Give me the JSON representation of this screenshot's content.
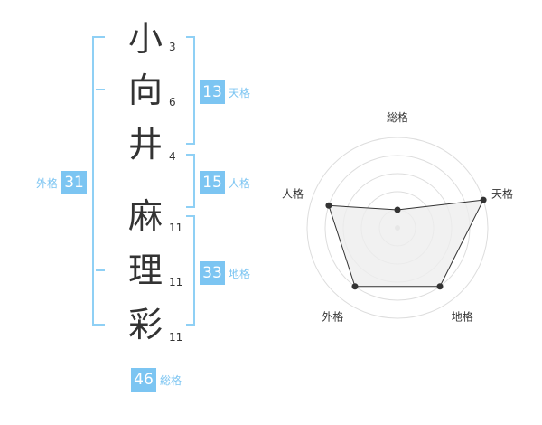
{
  "name_chars": [
    {
      "char": "小",
      "strokes": "3"
    },
    {
      "char": "向",
      "strokes": "6"
    },
    {
      "char": "井",
      "strokes": "4"
    },
    {
      "char": "麻",
      "strokes": "11"
    },
    {
      "char": "理",
      "strokes": "11"
    },
    {
      "char": "彩",
      "strokes": "11"
    }
  ],
  "scores": {
    "tenkaku": {
      "value": "13",
      "label": "天格"
    },
    "jinkaku": {
      "value": "15",
      "label": "人格"
    },
    "chikaku": {
      "value": "33",
      "label": "地格"
    },
    "gaikaku": {
      "value": "31",
      "label": "外格"
    },
    "soukaku": {
      "value": "46",
      "label": "総格"
    }
  },
  "radar": {
    "axes": [
      "総格",
      "天格",
      "地格",
      "外格",
      "人格"
    ],
    "levels": 5,
    "values": [
      1,
      5,
      4,
      4,
      4
    ],
    "colors": {
      "fill": "#eeeeee",
      "line": "#333333",
      "grid": "#dddddd",
      "point": "#333333"
    }
  },
  "colors": {
    "accent": "#7cc5f2",
    "bracket": "#8fd0f5"
  }
}
